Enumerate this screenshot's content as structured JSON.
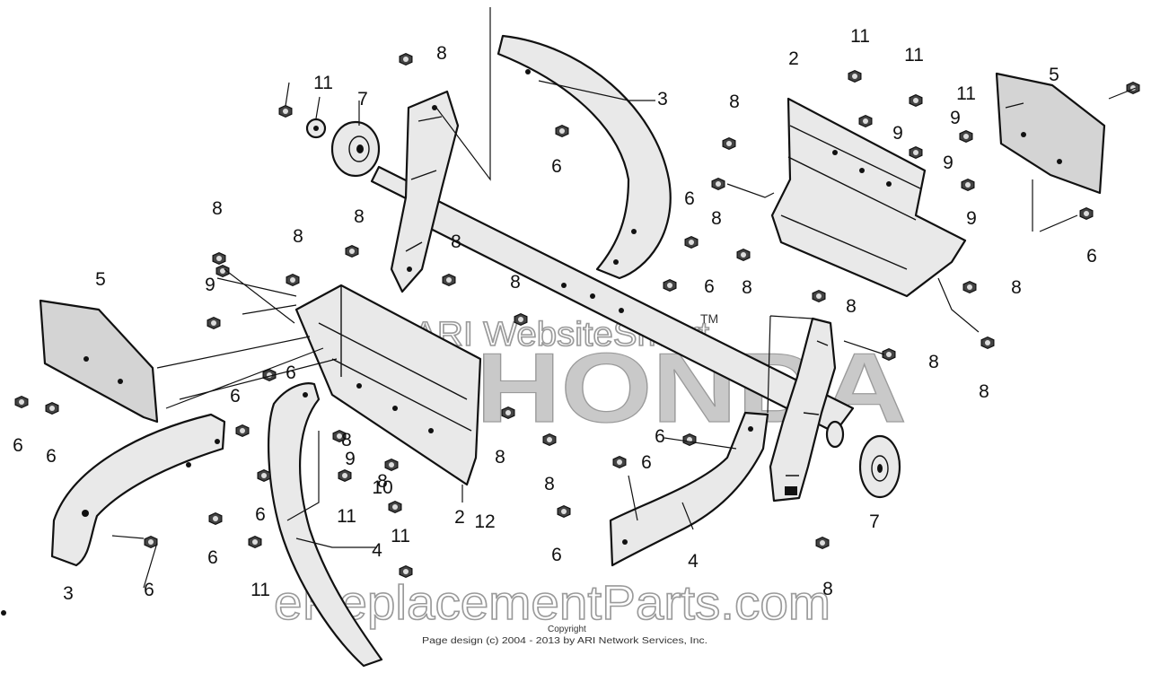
{
  "diagram": {
    "callouts": [
      "2",
      "2",
      "3",
      "3",
      "4",
      "4",
      "5",
      "5",
      "6",
      "6",
      "6",
      "6",
      "6",
      "6",
      "6",
      "6",
      "6",
      "6",
      "6",
      "6",
      "6",
      "6",
      "7",
      "7",
      "8",
      "8",
      "8",
      "8",
      "8",
      "8",
      "8",
      "8",
      "8",
      "8",
      "8",
      "8",
      "8",
      "8",
      "8",
      "8",
      "8",
      "8",
      "9",
      "9",
      "9",
      "9",
      "9",
      "9",
      "10",
      "11",
      "11",
      "11",
      "11",
      "11",
      "11",
      "11",
      "12"
    ]
  },
  "watermarks": {
    "honda": "HONDA",
    "ari": "ARI WebsiteSmart",
    "tm": "TM",
    "site": "eReplacementParts.com"
  },
  "copyright": {
    "label": "Copyright",
    "line": "Page design (c) 2004 - 2013 by ARI Network Services, Inc."
  }
}
